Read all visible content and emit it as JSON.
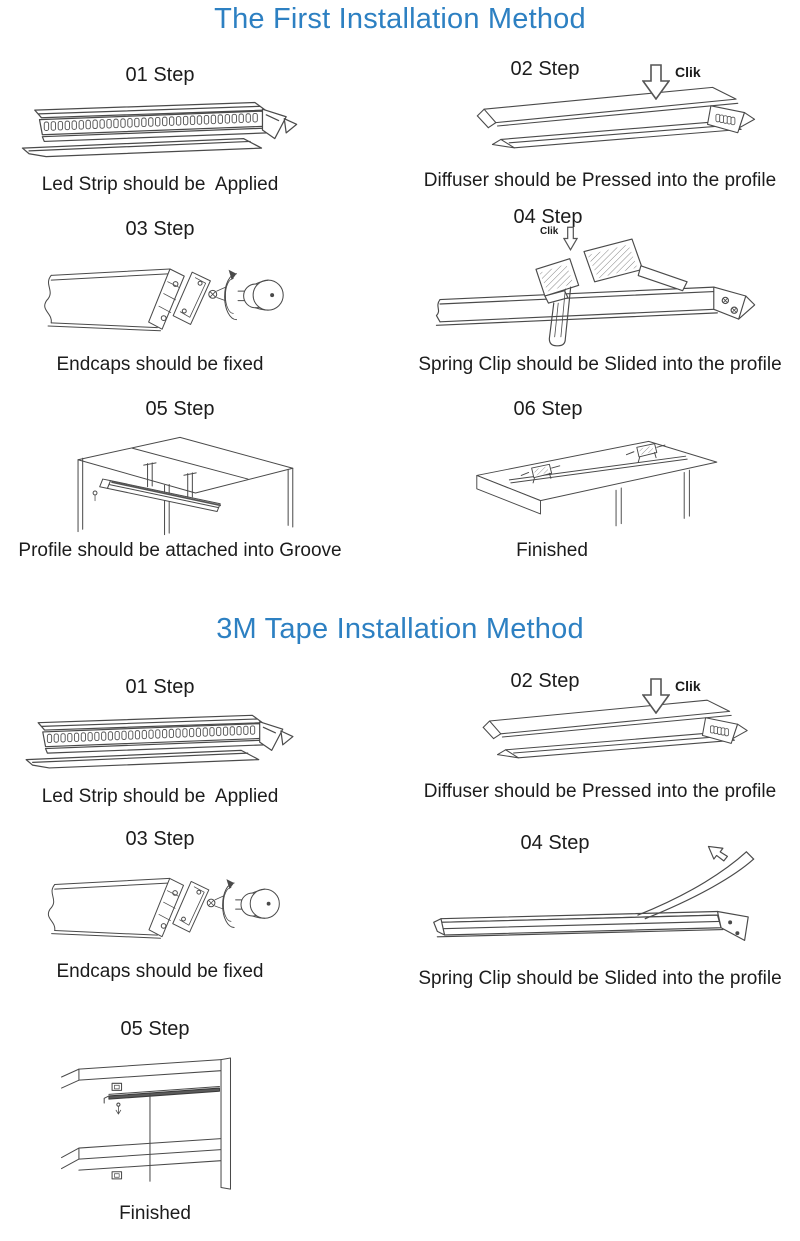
{
  "page": {
    "background": "#ffffff",
    "accent_color": "#2d80c2",
    "text_color": "#1c1c1c",
    "line_art_color": "#4a4a4a"
  },
  "sections": [
    {
      "title": "The First Installation Method",
      "steps": [
        {
          "label": "01 Step",
          "caption": "Led Strip should be  Applied",
          "illustration": "led-strip-profile"
        },
        {
          "label": "02 Step",
          "caption": "Diffuser should be Pressed into the profile",
          "annotation": "Clik",
          "illustration": "diffuser-pressed-into-profile"
        },
        {
          "label": "03 Step",
          "caption": "Endcaps should be fixed",
          "illustration": "endcap-screw-rotation"
        },
        {
          "label": "04 Step",
          "caption": "Spring Clip should be Slided into the profile",
          "annotation": "Clik",
          "illustration": "spring-clip-on-profile"
        },
        {
          "label": "05 Step",
          "caption": "Profile should be attached into Groove",
          "illustration": "profile-attached-under-cabinet"
        },
        {
          "label": "06 Step",
          "caption": "Finished",
          "illustration": "finished-cabinet-top-clips"
        }
      ]
    },
    {
      "title": "3M Tape Installation Method",
      "steps": [
        {
          "label": "01 Step",
          "caption": "Led Strip should be  Applied",
          "illustration": "led-strip-profile"
        },
        {
          "label": "02 Step",
          "caption": "Diffuser should be Pressed into the profile",
          "annotation": "Clik",
          "illustration": "diffuser-pressed-into-profile"
        },
        {
          "label": "03 Step",
          "caption": "Endcaps should be fixed",
          "illustration": "endcap-screw-rotation"
        },
        {
          "label": "04 Step",
          "caption": "Spring Clip should be Slided into the profile",
          "illustration": "tape-liner-peel"
        },
        {
          "label": "05 Step",
          "caption": "Finished",
          "illustration": "finished-shelf-cabinet"
        }
      ]
    }
  ]
}
